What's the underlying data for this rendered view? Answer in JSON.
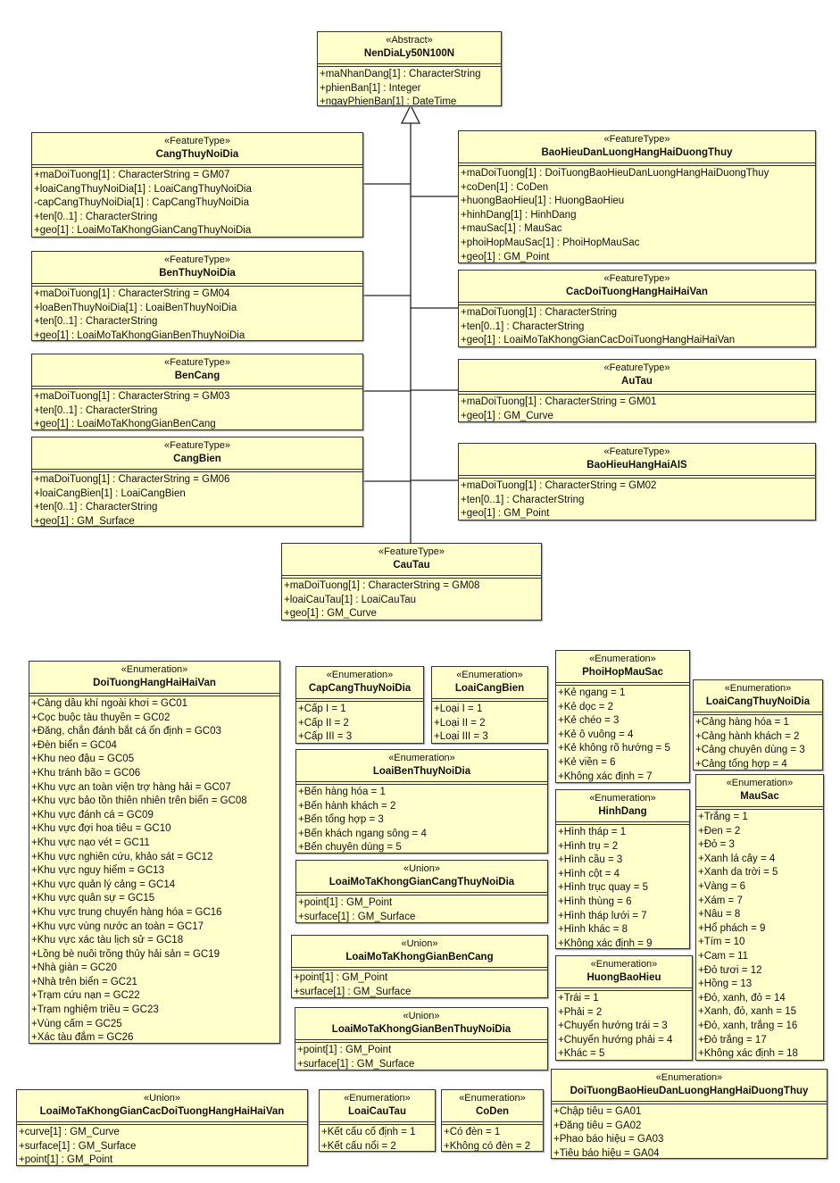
{
  "boxes": [
    {
      "id": "NenDiaLy50N100N",
      "stereotype": "«Abstract»",
      "name": "NenDiaLy50N100N",
      "attrs": [
        "+maNhanDang[1] : CharacterString",
        "+phienBan[1] : Integer",
        "+ngayPhienBan[1] : DateTime"
      ]
    },
    {
      "id": "CangThuyNoiDia",
      "stereotype": "«FeatureType»",
      "name": "CangThuyNoiDia",
      "attrs": [
        "+maDoiTuong[1] : CharacterString = GM07",
        "+loaiCangThuyNoiDia[1] : LoaiCangThuyNoiDia",
        "-capCangThuyNoiDia[1] : CapCangThuyNoiDia",
        "+ten[0..1] : CharacterString",
        "+geo[1] : LoaiMoTaKhongGianCangThuyNoiDia"
      ]
    },
    {
      "id": "BenThuyNoiDia",
      "stereotype": "«FeatureType»",
      "name": "BenThuyNoiDia",
      "attrs": [
        "+maDoiTuong[1] : CharacterString = GM04",
        "+loaBenThuyNoiDia[1] : LoaiBenThuyNoiDia",
        "+ten[0..1] : CharacterString",
        "+geo[1] : LoaiMoTaKhongGianBenThuyNoiDia"
      ]
    },
    {
      "id": "BenCang",
      "stereotype": "«FeatureType»",
      "name": "BenCang",
      "attrs": [
        "+maDoiTuong[1] : CharacterString = GM03",
        "+ten[0..1] : CharacterString",
        "+geo[1] : LoaiMoTaKhongGianBenCang"
      ]
    },
    {
      "id": "CangBien",
      "stereotype": "«FeatureType»",
      "name": "CangBien",
      "attrs": [
        "+maDoiTuong[1] : CharacterString = GM06",
        "+loaiCangBien[1] : LoaiCangBien",
        "+ten[0..1] : CharacterString",
        "+geo[1] : GM_Surface"
      ]
    },
    {
      "id": "BaoHieuDanLuongHangHaiDuongThuy",
      "stereotype": "«FeatureType»",
      "name": "BaoHieuDanLuongHangHaiDuongThuy",
      "attrs": [
        "+maDoiTuong[1] : DoiTuongBaoHieuDanLuongHangHaiDuongThuy",
        "+coDen[1] : CoDen",
        "+huongBaoHieu[1] : HuongBaoHieu",
        "+hinhDang[1] : HinhDang",
        "+mauSac[1] : MauSac",
        "+phoiHopMauSac[1] : PhoiHopMauSac",
        "+geo[1] : GM_Point"
      ]
    },
    {
      "id": "CacDoiTuongHangHaiHaiVan",
      "stereotype": "«FeatureType»",
      "name": "CacDoiTuongHangHaiHaiVan",
      "attrs": [
        "+maDoiTuong[1] : CharacterString",
        "+ten[0..1] : CharacterString",
        "+geo[1] : LoaiMoTaKhongGianCacDoiTuongHangHaiHaiVan"
      ]
    },
    {
      "id": "AuTau",
      "stereotype": "«FeatureType»",
      "name": "AuTau",
      "attrs": [
        "+maDoiTuong[1] : CharacterString = GM01",
        "+geo[1] : GM_Curve"
      ]
    },
    {
      "id": "BaoHieuHangHaiAIS",
      "stereotype": "«FeatureType»",
      "name": "BaoHieuHangHaiAIS",
      "attrs": [
        "+maDoiTuong[1] : CharacterString = GM02",
        "+ten[0..1] : CharacterString",
        "+geo[1] : GM_Point"
      ]
    },
    {
      "id": "CauTau",
      "stereotype": "«FeatureType»",
      "name": "CauTau",
      "attrs": [
        "+maDoiTuong[1] : CharacterString = GM08",
        "+loaiCauTau[1] : LoaiCauTau",
        "+geo[1] : GM_Curve"
      ]
    },
    {
      "id": "DoiTuongHangHaiHaiVan",
      "stereotype": "«Enumeration»",
      "name": "DoiTuongHangHaiHaiVan",
      "attrs": [
        "+Cảng dầu khí ngoài khơi = GC01",
        "+Cọc buộc tàu thuyền = GC02",
        "+Đăng, chắn đánh bắt cá ổn định = GC03",
        "+Đèn biển = GC04",
        "+Khu neo đậu = GC05",
        "+Khu tránh bão = GC06",
        "+Khu vực an toàn viện trợ hàng hải = GC07",
        "+Khu vực bảo tồn thiên nhiên trên biển = GC08",
        "+Khu vực đánh cá = GC09",
        "+Khu vực đợi hoa tiêu = GC10",
        "+Khu vực nạo vét = GC11",
        "+Khu vực nghiên cứu, khảo sát = GC12",
        "+Khu vực nguy hiểm = GC13",
        "+Khu vực quản lý cảng = GC14",
        "+Khu vực quân sự = GC15",
        "+Khu vực trung chuyển hàng hóa = GC16",
        "+Khu vực vùng nước an toàn = GC17",
        "+Khu vực xác tàu lịch sử = GC18",
        "+Lồng bè nuôi trồng thủy hải sản = GC19",
        "+Nhà giàn = GC20",
        "+Nhà trên biển = GC21",
        "+Trạm cứu nạn = GC22",
        "+Trạm nghiệm triều = GC23",
        "+Vùng cấm  = GC25",
        "+Xác tàu đắm = GC26"
      ]
    },
    {
      "id": "CapCangThuyNoiDia",
      "stereotype": "«Enumeration»",
      "name": "CapCangThuyNoiDia",
      "attrs": [
        "+Cấp I = 1",
        "+Cấp II = 2",
        "+Cấp III = 3"
      ]
    },
    {
      "id": "LoaiCangBien",
      "stereotype": "«Enumeration»",
      "name": "LoaiCangBien",
      "attrs": [
        "+Loại I = 1",
        "+Loại II = 2",
        "+Loại III = 3"
      ]
    },
    {
      "id": "LoaiBenThuyNoiDia",
      "stereotype": "«Enumeration»",
      "name": "LoaiBenThuyNoiDia",
      "attrs": [
        "+Bến hàng hóa = 1",
        "+Bến hành khách = 2",
        "+Bến tổng hợp = 3",
        "+Bến khách ngang sông = 4",
        "+Bến chuyên dùng = 5"
      ]
    },
    {
      "id": "LoaiMoTaKhongGianCangThuyNoiDia",
      "stereotype": "«Union»",
      "name": "LoaiMoTaKhongGianCangThuyNoiDia",
      "attrs": [
        "+point[1] : GM_Point",
        "+surface[1] : GM_Surface"
      ]
    },
    {
      "id": "LoaiMoTaKhongGianBenCang",
      "stereotype": "«Union»",
      "name": "LoaiMoTaKhongGianBenCang",
      "attrs": [
        "+point[1] : GM_Point",
        "+surface[1] : GM_Surface"
      ]
    },
    {
      "id": "LoaiMoTaKhongGianBenThuyNoiDia",
      "stereotype": "«Union»",
      "name": "LoaiMoTaKhongGianBenThuyNoiDia",
      "attrs": [
        "+point[1] : GM_Point",
        "+surface[1] : GM_Surface"
      ]
    },
    {
      "id": "PhoiHopMauSac",
      "stereotype": "«Enumeration»",
      "name": "PhoiHopMauSac",
      "attrs": [
        "+Kẻ ngang = 1",
        "+Kẻ dọc = 2",
        "+Kẻ chéo = 3",
        "+Kẻ ô vuông = 4",
        "+Kẻ không rõ hướng = 5",
        "+Kẻ viền = 6",
        "+Không xác định = 7"
      ]
    },
    {
      "id": "LoaiCangThuyNoiDia",
      "stereotype": "«Enumeration»",
      "name": "LoaiCangThuyNoiDia",
      "attrs": [
        "+Cảng hàng hóa = 1",
        "+Cảng hành khách = 2",
        "+Cảng chuyên dùng = 3",
        "+Cảng tổng hợp = 4"
      ]
    },
    {
      "id": "HinhDang",
      "stereotype": "«Enumeration»",
      "name": "HinhDang",
      "attrs": [
        "+Hình tháp = 1",
        "+Hình trụ = 2",
        "+Hình cầu = 3",
        "+Hình cột = 4",
        "+Hình trục quay = 5",
        "+Hình thùng = 6",
        "+Hình tháp lưới = 7",
        "+Hình khác = 8",
        "+Không xác định = 9"
      ]
    },
    {
      "id": "MauSac",
      "stereotype": "«Enumeration»",
      "name": "MauSac",
      "attrs": [
        "+Trắng = 1",
        "+Đen = 2",
        "+Đỏ = 3",
        "+Xanh lá cây = 4",
        "+Xanh da trời = 5",
        "+Vàng = 6",
        "+Xám = 7",
        "+Nâu = 8",
        "+Hổ phách = 9",
        "+Tím = 10",
        "+Cam = 11",
        "+Đỏ tươi = 12",
        "+Hồng = 13",
        "+Đỏ, xanh, đỏ = 14",
        "+Xanh, đỏ, xanh = 15",
        "+Đỏ, xanh, trắng = 16",
        "+Đỏ trắng = 17",
        "+Không xác định = 18"
      ]
    },
    {
      "id": "HuongBaoHieu",
      "stereotype": "«Enumeration»",
      "name": "HuongBaoHieu",
      "attrs": [
        "+Trái = 1",
        "+Phải = 2",
        "+Chuyển hướng trái = 3",
        "+Chuyển hướng phải = 4",
        "+Khác = 5"
      ]
    },
    {
      "id": "LoaiMoTaKhongGianCacDoiTuongHangHaiHaiVan",
      "stereotype": "«Union»",
      "name": "LoaiMoTaKhongGianCacDoiTuongHangHaiHaiVan",
      "attrs": [
        "+curve[1] : GM_Curve",
        "+surface[1] : GM_Surface",
        "+point[1] : GM_Point"
      ]
    },
    {
      "id": "LoaiCauTau",
      "stereotype": "«Enumeration»",
      "name": "LoaiCauTau",
      "attrs": [
        "+Kết cấu cố định = 1",
        "+Kết cấu nổi = 2"
      ]
    },
    {
      "id": "CoDen",
      "stereotype": "«Enumeration»",
      "name": "CoDen",
      "attrs": [
        "+Có đèn = 1",
        "+Không có đèn = 2"
      ]
    },
    {
      "id": "DoiTuongBaoHieuDanLuongHangHaiDuongThuy",
      "stereotype": "«Enumeration»",
      "name": "DoiTuongBaoHieuDanLuongHangHaiDuongThuy",
      "attrs": [
        "+Chập tiêu = GA01",
        "+Đăng tiêu = GA02",
        "+Phao báo hiệu = GA03",
        "+Tiêu báo hiệu = GA04"
      ]
    }
  ]
}
